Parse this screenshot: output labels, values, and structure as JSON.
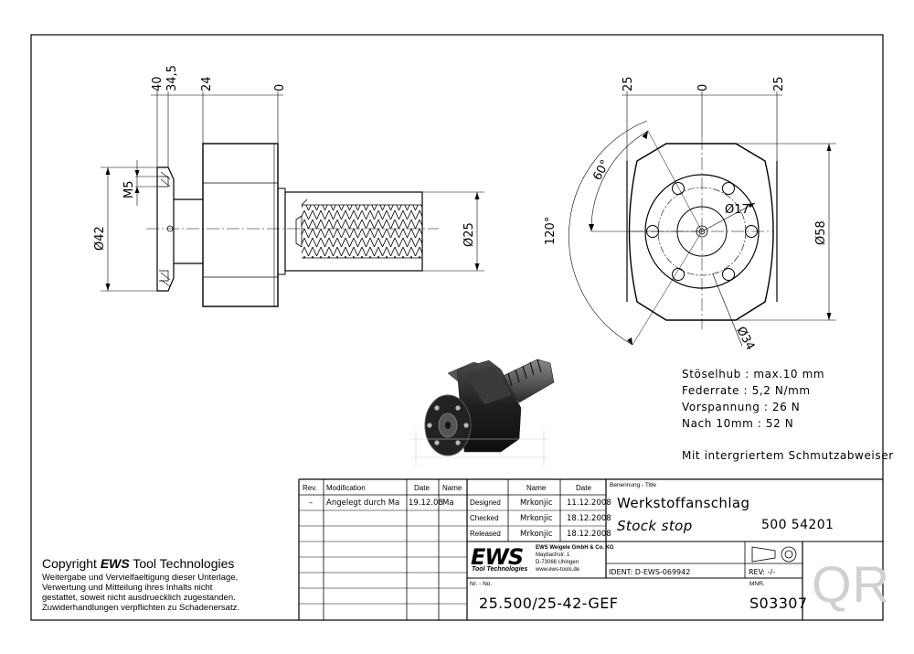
{
  "dimensions": {
    "side_top": [
      "40",
      "34,5",
      "24",
      "0"
    ],
    "thread_label": "M5",
    "dia_42": "Ø42",
    "dia_25": "Ø25",
    "front_top": [
      "25",
      "0",
      "25"
    ],
    "angle_60": "60°",
    "angle_120": "120°",
    "dia_17": "Ø17",
    "dia_58": "Ø58",
    "dia_34": "Ø34"
  },
  "notes": [
    "Stöselhub :  max.10 mm",
    "Federrate  :    5,2 N/mm",
    "Vorspannung : 26 N",
    "Nach 10mm :     52 N",
    "Mit intergriertem Schmutzabweiser"
  ],
  "copyright": {
    "prefix": "Copyright",
    "brand": "EWS",
    "suffix": "Tool Technologies",
    "lines": [
      "Weitergabe und Vervielfaeltigung dieser Unterlage,",
      "Verwertung und Mitteilung ihres Inhalts nicht",
      "gestattet, soweit nicht ausdruecklich zugestanden.",
      "Zuwiderhandlungen verpflichten zu Schadenersatz."
    ]
  },
  "revision_table": {
    "headers": [
      "Rev.",
      "Modification",
      "Date",
      "Name"
    ],
    "rows": [
      [
        "–",
        "Angelegt durch Ma",
        "19.12.08",
        "Ma"
      ]
    ]
  },
  "approvals": {
    "headers": [
      "Name",
      "Date"
    ],
    "rows": [
      {
        "label": "Designed",
        "name": "Mrkonjic",
        "date": "11.12.2008"
      },
      {
        "label": "Checked",
        "name": "Mrkonjic",
        "date": "18.12.2008"
      },
      {
        "label": "Released",
        "name": "Mrkonjic",
        "date": "18.12.2008"
      }
    ]
  },
  "title_block": {
    "benennung_label": "Benennung - Title",
    "title_de": "Werkstoffanschlag",
    "title_en": "Stock stop",
    "article_no": "500 54201",
    "ident": "IDENT:  D-EWS-069942",
    "rev": "REV:  -/-",
    "nr_label": "Nr. - No.",
    "nr_value": "25.500/25-42-GEF",
    "mnr_label": "MNR.",
    "mnr_value": "S03307",
    "qr_text": "QR"
  },
  "company": {
    "logo": "EWS",
    "logo_sub": "Tool Technologies",
    "address": [
      "EWS Weigele GmbH & Co. KG",
      "Maybachstr. 1",
      "D-73066 Uhingen",
      "www.ews-tools.de"
    ]
  }
}
